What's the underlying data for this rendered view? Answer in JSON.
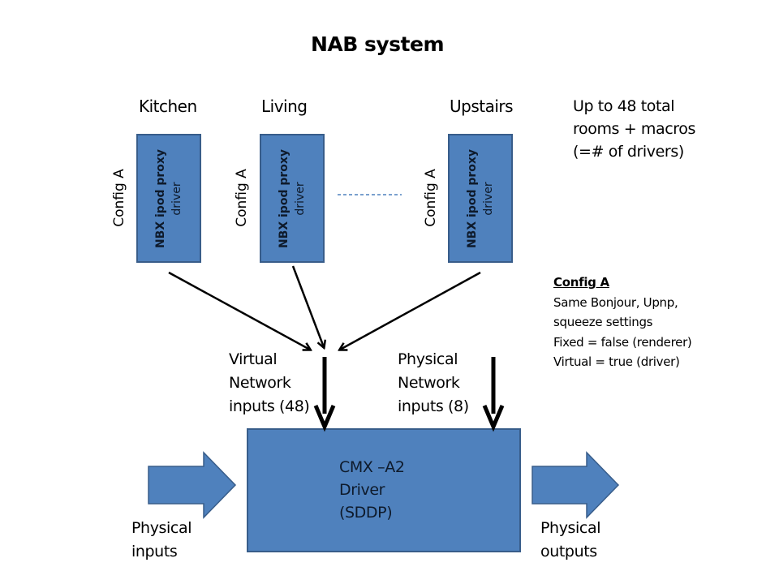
{
  "title": "NAB system",
  "rooms": [
    {
      "name": "Kitchen",
      "driver_line1": "NBX ipod proxy",
      "driver_line2": "driver",
      "config": "Config A"
    },
    {
      "name": "Living",
      "driver_line1": "NBX ipod proxy",
      "driver_line2": "driver",
      "config": "Config A"
    },
    {
      "name": "Upstairs",
      "driver_line1": "NBX ipod proxy",
      "driver_line2": "driver",
      "config": "Config A"
    }
  ],
  "rooms_note": [
    "Up to 48 total",
    "rooms + macros",
    "(=# of drivers)"
  ],
  "config_a": {
    "heading": "Config A",
    "lines": [
      "Same Bonjour,  Upnp,",
      "squeeze settings",
      "Fixed  = false (renderer)",
      "Virtual = true (driver)"
    ]
  },
  "virtual_inputs": [
    "Virtual",
    "Network",
    "inputs (48)"
  ],
  "physical_network_inputs": [
    "Physical",
    "Network",
    "inputs (8)"
  ],
  "cmx": {
    "lines": [
      "CMX –A2",
      "Driver",
      "(SDDP)"
    ]
  },
  "physical_inputs": [
    "Physical",
    "inputs"
  ],
  "physical_outputs": [
    "Physical",
    "outputs"
  ],
  "colors": {
    "box_fill": "#4f81bd",
    "box_border": "#385d8a",
    "dashed_line": "#4f81bd"
  }
}
